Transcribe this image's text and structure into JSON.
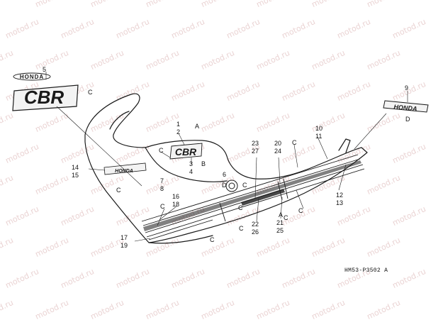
{
  "watermark": "motod.ru",
  "diagram_code": "HM53-P3502 A",
  "brand": {
    "honda_text": "HONDA",
    "cbr_text": "CBR"
  },
  "callouts": {
    "n5": "5",
    "c_top_left": "C",
    "n9": "9",
    "d_right": "D",
    "n1": "1",
    "n2": "2",
    "a_top": "A",
    "n3": "3",
    "n4": "4",
    "b_mid": "B",
    "c_mid": "C",
    "n7": "7",
    "n8": "8",
    "n14": "14",
    "n15": "15",
    "c_left": "C",
    "n16": "16",
    "n18": "18",
    "c_stripes": "C",
    "n17": "17",
    "n19": "19",
    "c_bottom_left": "C",
    "n6": "6",
    "d_six": "D",
    "c_six": "C",
    "c_under_six": "C",
    "c_center": "C",
    "n23": "23",
    "n27": "27",
    "n20": "20",
    "n24": "24",
    "c_upper_right": "C",
    "n10": "10",
    "n11": "11",
    "n22": "22",
    "n26": "26",
    "a_lower": "A",
    "c_lower": "C",
    "n21": "21",
    "n25": "25",
    "c_right": "C",
    "n12": "12",
    "n13": "13"
  }
}
